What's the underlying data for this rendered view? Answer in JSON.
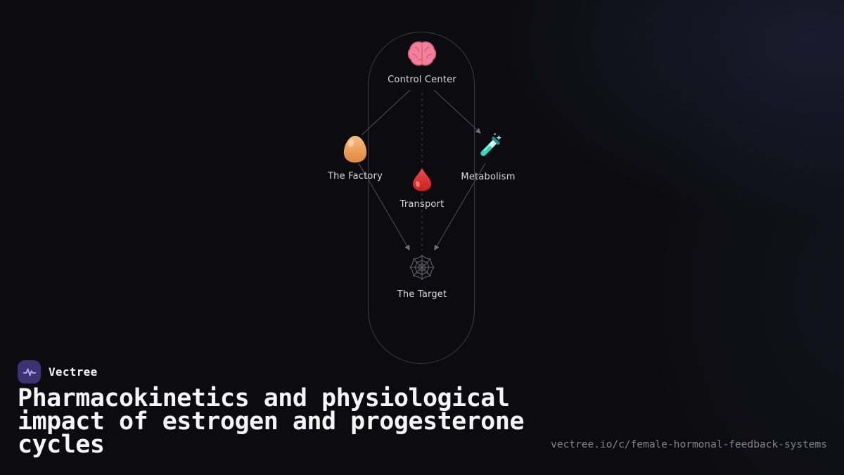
{
  "brand": {
    "name": "Vectree",
    "logo_icon": "waveform-icon"
  },
  "title": "Pharmacokinetics and physiological impact of estrogen and progesterone cycles",
  "footer_url": "vectree.io/c/female-hormonal-feedback-systems",
  "colors": {
    "background": "#0c0c10",
    "capsule_border": "#39393f",
    "edge": "#50505a",
    "label": "#d9d9de",
    "title": "#f4f4f5",
    "url": "#84848c",
    "logo_bg": "#3c3274",
    "logo_wave": "#b9a8f5"
  },
  "diagram": {
    "nodes": [
      {
        "id": "control-center",
        "label": "Control Center",
        "icon": "brain-icon"
      },
      {
        "id": "factory",
        "label": "The Factory",
        "icon": "egg-icon"
      },
      {
        "id": "metabolism",
        "label": "Metabolism",
        "icon": "test-tube-icon"
      },
      {
        "id": "transport",
        "label": "Transport",
        "icon": "blood-drop-icon"
      },
      {
        "id": "target",
        "label": "The Target",
        "icon": "spider-web-icon"
      }
    ],
    "edges": [
      {
        "from": "control-center",
        "to": "factory",
        "style": "solid",
        "arrow": false
      },
      {
        "from": "control-center",
        "to": "metabolism",
        "style": "solid",
        "arrow": true
      },
      {
        "from": "control-center",
        "to": "transport",
        "style": "dashed",
        "arrow": false
      },
      {
        "from": "factory",
        "to": "target",
        "style": "solid",
        "arrow": true
      },
      {
        "from": "metabolism",
        "to": "target",
        "style": "solid",
        "arrow": true
      },
      {
        "from": "transport",
        "to": "target",
        "style": "dashed",
        "arrow": false
      }
    ]
  }
}
